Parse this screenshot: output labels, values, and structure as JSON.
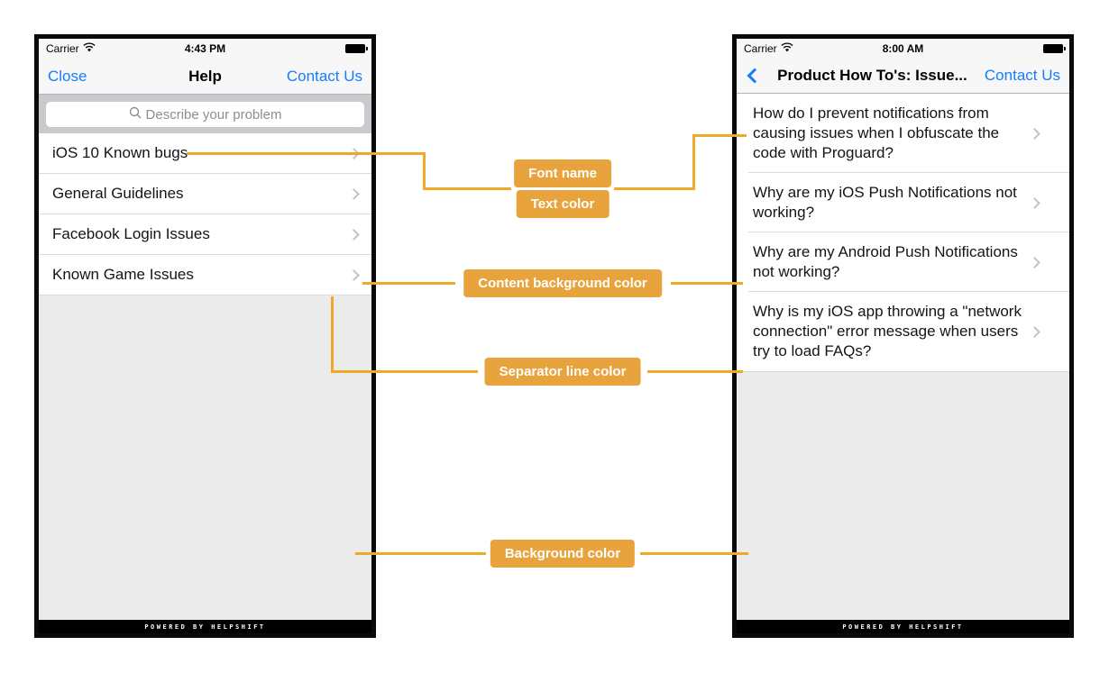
{
  "colors": {
    "accent_blue": "#157EFB",
    "badge_orange": "#E8A33C",
    "line_orange": "#F0A827",
    "content_background": "#FFFFFF",
    "separator_line": "#DADADE",
    "screen_background": "#EBEBEB",
    "searchbar_background": "#C9C9CE",
    "footer_background": "#000000"
  },
  "left_phone": {
    "status": {
      "carrier": "Carrier",
      "time": "4:43 PM"
    },
    "nav": {
      "close": "Close",
      "title": "Help",
      "contact": "Contact Us"
    },
    "search": {
      "placeholder": "Describe your problem"
    },
    "rows": [
      {
        "label": "iOS 10 Known bugs"
      },
      {
        "label": "General Guidelines"
      },
      {
        "label": "Facebook Login Issues"
      },
      {
        "label": "Known Game Issues"
      }
    ],
    "footer": "POWERED BY HELPSHIFT"
  },
  "right_phone": {
    "status": {
      "carrier": "Carrier",
      "time": "8:00 AM"
    },
    "nav": {
      "title": "Product How To's: Issue...",
      "contact": "Contact Us"
    },
    "rows": [
      {
        "label": "How do I prevent notifications from causing issues when I obfuscate the code with Proguard?"
      },
      {
        "label": "Why are my iOS Push Notifications not working?"
      },
      {
        "label": "Why are my Android Push Notifications not working?"
      },
      {
        "label": "Why is my iOS app throwing a \"network connection\" error message when users try to load FAQs?"
      }
    ],
    "footer": "POWERED BY HELPSHIFT"
  },
  "annotations": {
    "font_name": "Font name",
    "text_color": "Text color",
    "content_background": "Content background color",
    "separator_line": "Separator line color",
    "background": "Background color"
  }
}
